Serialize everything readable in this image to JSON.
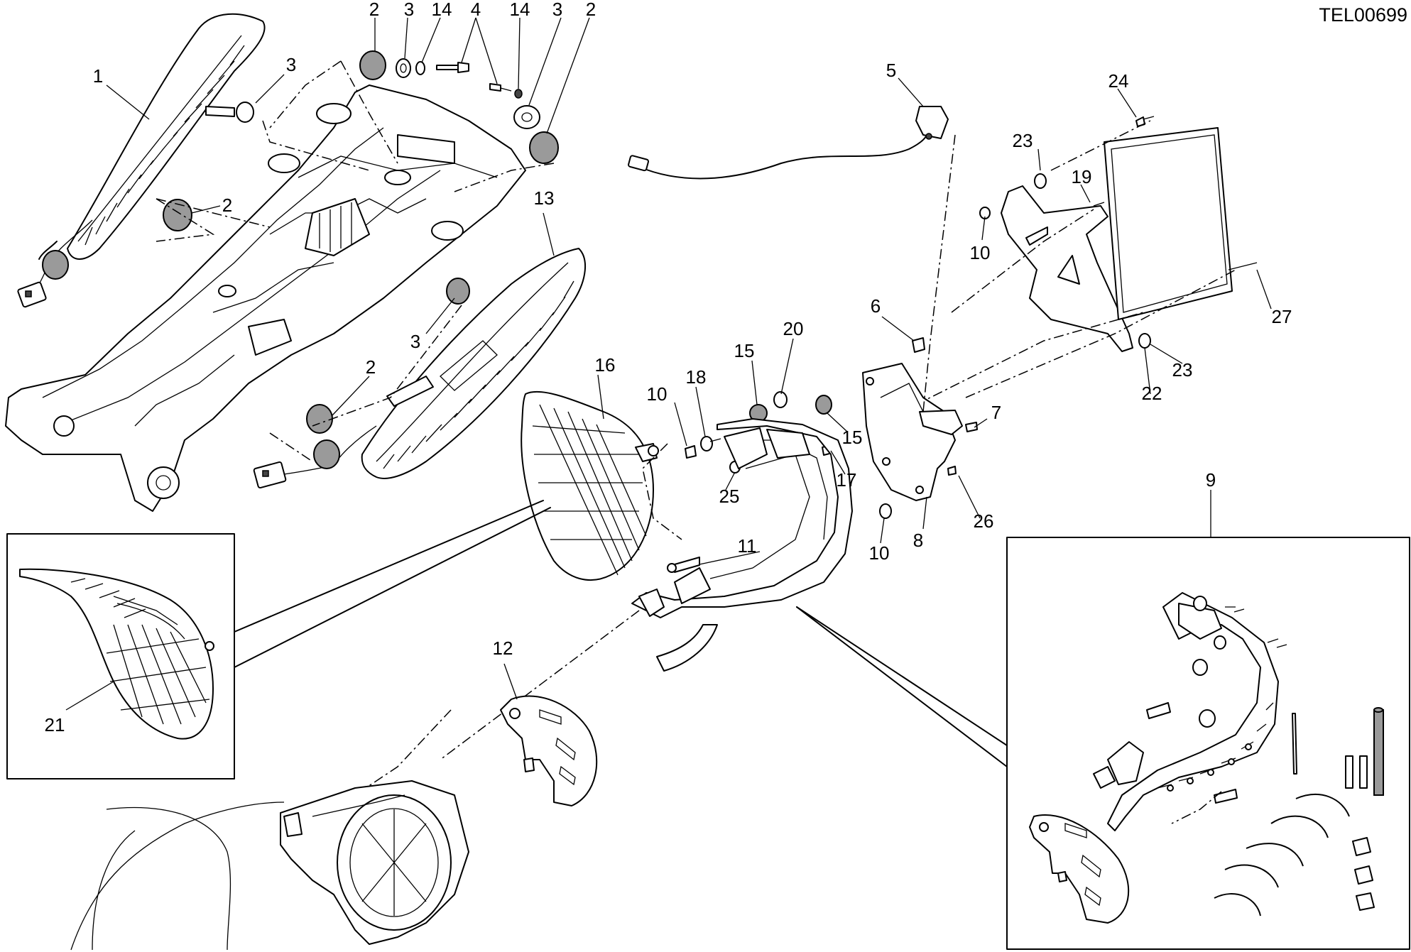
{
  "drawing_code": "TEL00699",
  "callouts": [
    {
      "id": "c1",
      "text": "1"
    },
    {
      "id": "c2a",
      "text": "2"
    },
    {
      "id": "c3a",
      "text": "3"
    },
    {
      "id": "c14a",
      "text": "14"
    },
    {
      "id": "c4",
      "text": "4"
    },
    {
      "id": "c14b",
      "text": "14"
    },
    {
      "id": "c3b",
      "text": "3"
    },
    {
      "id": "c2b",
      "text": "2"
    },
    {
      "id": "c3c",
      "text": "3"
    },
    {
      "id": "c2c",
      "text": "2"
    },
    {
      "id": "c13",
      "text": "13"
    },
    {
      "id": "c3d",
      "text": "3"
    },
    {
      "id": "c2d",
      "text": "2"
    },
    {
      "id": "c5",
      "text": "5"
    },
    {
      "id": "c24",
      "text": "24"
    },
    {
      "id": "c23a",
      "text": "23"
    },
    {
      "id": "c19",
      "text": "19"
    },
    {
      "id": "c10a",
      "text": "10"
    },
    {
      "id": "c27",
      "text": "27"
    },
    {
      "id": "c6",
      "text": "6"
    },
    {
      "id": "c20",
      "text": "20"
    },
    {
      "id": "c15a",
      "text": "15"
    },
    {
      "id": "c16",
      "text": "16"
    },
    {
      "id": "c18",
      "text": "18"
    },
    {
      "id": "c10b",
      "text": "10"
    },
    {
      "id": "c15b",
      "text": "15"
    },
    {
      "id": "c7",
      "text": "7"
    },
    {
      "id": "c22",
      "text": "22"
    },
    {
      "id": "c23b",
      "text": "23"
    },
    {
      "id": "c25",
      "text": "25"
    },
    {
      "id": "c17",
      "text": "17"
    },
    {
      "id": "c26",
      "text": "26"
    },
    {
      "id": "c10c",
      "text": "10"
    },
    {
      "id": "c8",
      "text": "8"
    },
    {
      "id": "c9",
      "text": "9"
    },
    {
      "id": "c11",
      "text": "11"
    },
    {
      "id": "c12",
      "text": "12"
    },
    {
      "id": "c21",
      "text": "21"
    }
  ]
}
